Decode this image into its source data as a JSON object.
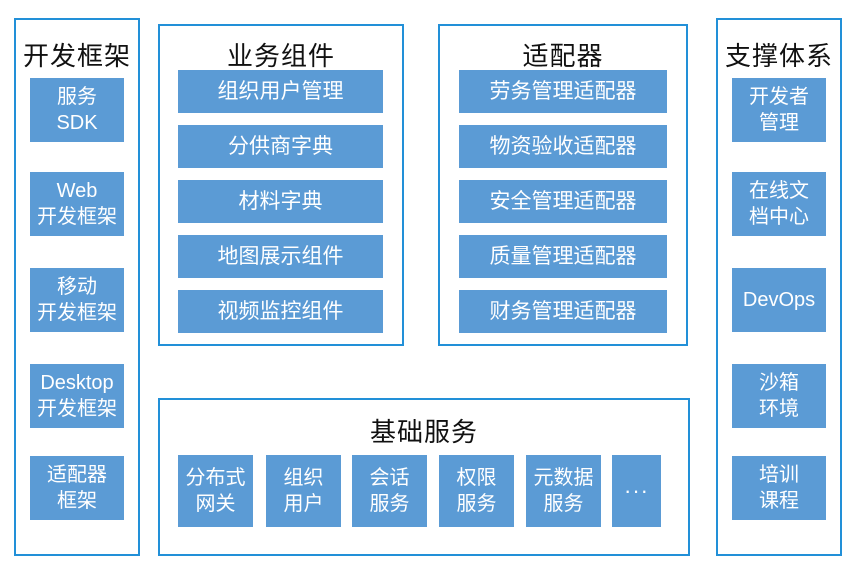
{
  "colors": {
    "box_blue": "#5B9BD5",
    "border_blue": "#2290D8",
    "title_text": "#111111",
    "box_text": "#FFFFFF"
  },
  "sections": {
    "dev_framework": {
      "title": "开发框架",
      "items": [
        {
          "label": "服务\nSDK"
        },
        {
          "label": "Web\n开发框架"
        },
        {
          "label": "移动\n开发框架"
        },
        {
          "label": "Desktop\n开发框架"
        },
        {
          "label": "适配器\n框架"
        }
      ]
    },
    "business_components": {
      "title": "业务组件",
      "items": [
        {
          "label": "组织用户管理"
        },
        {
          "label": "分供商字典"
        },
        {
          "label": "材料字典"
        },
        {
          "label": "地图展示组件"
        },
        {
          "label": "视频监控组件"
        }
      ]
    },
    "adapters": {
      "title": "适配器",
      "items": [
        {
          "label": "劳务管理适配器"
        },
        {
          "label": "物资验收适配器"
        },
        {
          "label": "安全管理适配器"
        },
        {
          "label": "质量管理适配器"
        },
        {
          "label": "财务管理适配器"
        }
      ]
    },
    "support_system": {
      "title": "支撑体系",
      "items": [
        {
          "label": "开发者\n管理"
        },
        {
          "label": "在线文\n档中心"
        },
        {
          "label": "DevOps"
        },
        {
          "label": "沙箱\n环境"
        },
        {
          "label": "培训\n课程"
        }
      ]
    },
    "base_services": {
      "title": "基础服务",
      "items": [
        {
          "label": "分布式\n网关"
        },
        {
          "label": "组织\n用户"
        },
        {
          "label": "会话\n服务"
        },
        {
          "label": "权限\n服务"
        },
        {
          "label": "元数据\n服务"
        },
        {
          "label": "···"
        }
      ]
    }
  }
}
